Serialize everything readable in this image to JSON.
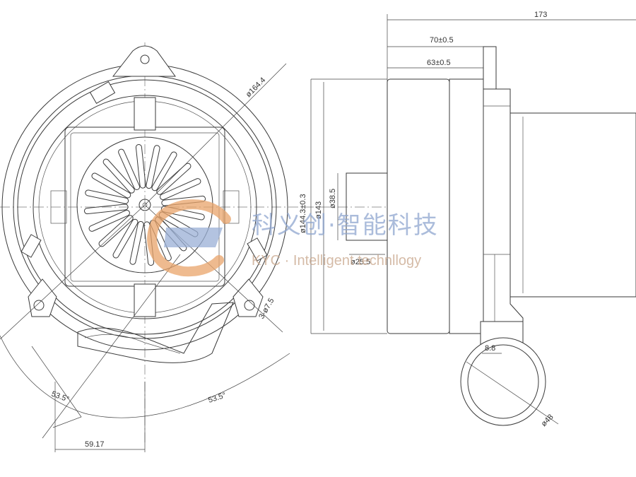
{
  "dimensions": {
    "overall_length": "173",
    "len_70": "70±0.5",
    "len_63": "63±0.5",
    "dia_164": "ø164.4",
    "dia_144": "ø144.3±0.3",
    "dia_143": "ø143",
    "dia_38": "ø38.5",
    "dia_25": "ø25.5",
    "holes": "3-ø7.5",
    "angle_left": "53.5°",
    "angle_right": "53.5°",
    "offset": "59.17",
    "wall": "8.8",
    "outlet_dia": "ø48"
  },
  "watermark": {
    "cn": "科义创·智能科技",
    "en": "KYC · Intelligent technllogy",
    "colors": {
      "blue": "#8fa6cf",
      "orange": "#e9a46a"
    }
  }
}
